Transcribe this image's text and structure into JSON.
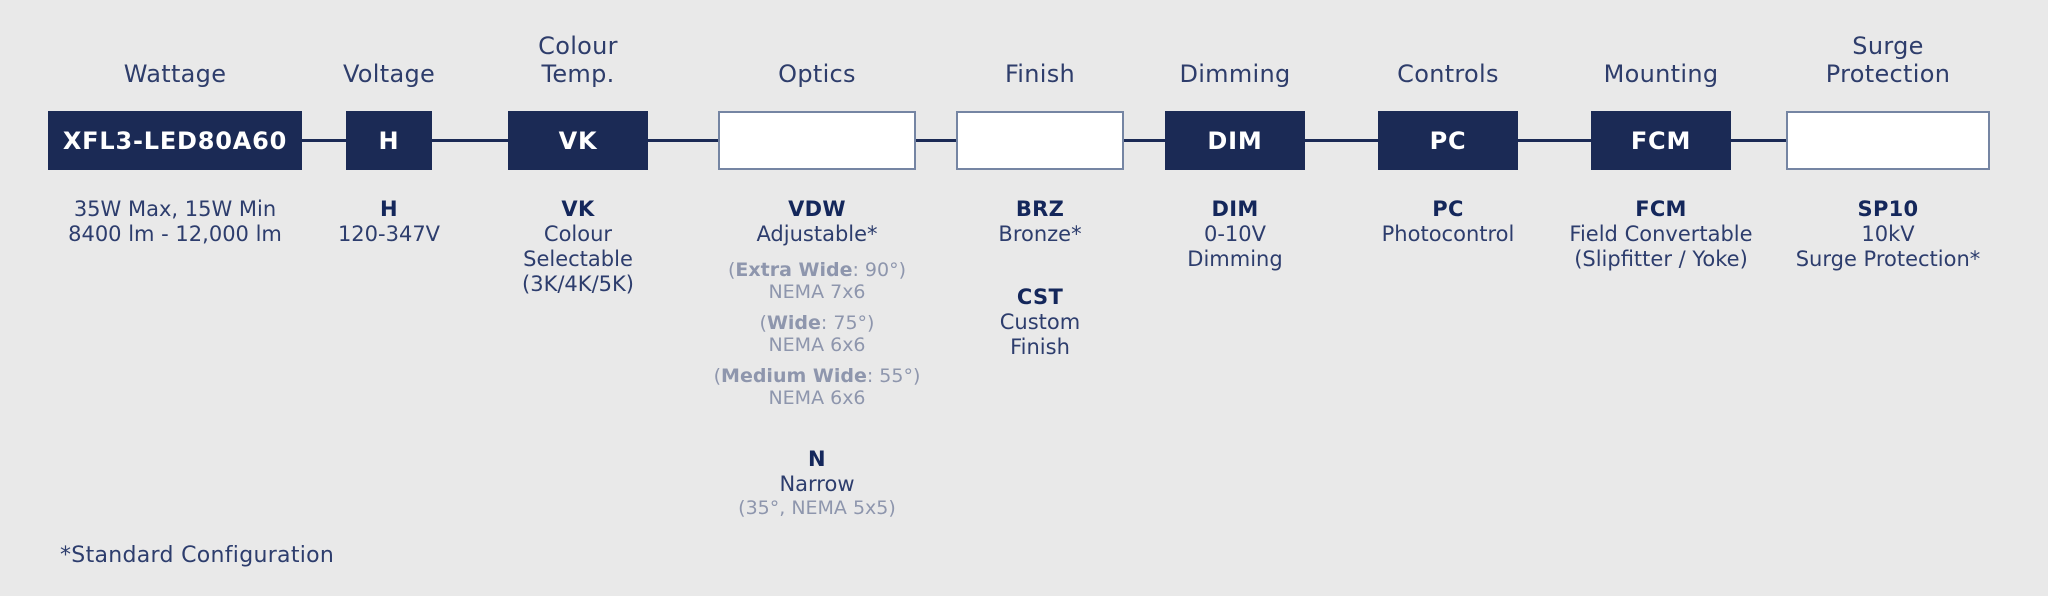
{
  "colors": {
    "background": "#e9e9e9",
    "navy_box": "#1b2a55",
    "navy_text": "#2d3d6d",
    "code_navy": "#14275b",
    "muted_gray_blue": "#8e96ad",
    "empty_box_border": "#7585a3",
    "box_text_white": "#ffffff"
  },
  "footnote": "*Standard Configuration",
  "columns": [
    {
      "id": "wattage",
      "header_lines": [
        "Wattage"
      ],
      "box_code": "XFL3-LED80A60",
      "box_style": "filled",
      "lines": [
        "35W Max, 15W Min",
        "8400 lm - 12,000 lm"
      ]
    },
    {
      "id": "voltage",
      "header_lines": [
        "Voltage"
      ],
      "box_code": "H",
      "box_style": "filled",
      "code": "H",
      "lines": [
        "120-347V"
      ]
    },
    {
      "id": "colour-temp",
      "header_lines": [
        "Colour",
        "Temp."
      ],
      "box_code": "VK",
      "box_style": "filled",
      "code": "VK",
      "lines": [
        "Colour",
        "Selectable",
        "(3K/4K/5K)"
      ]
    },
    {
      "id": "optics",
      "header_lines": [
        "Optics"
      ],
      "box_code": "",
      "box_style": "empty",
      "code": "VDW",
      "lines": [
        "Adjustable*"
      ],
      "gray_items": [
        {
          "pre": "(",
          "bold": "Extra Wide",
          "post": ": 90°)",
          "sub": "NEMA 7x6"
        },
        {
          "pre": "(",
          "bold": "Wide",
          "post": ": 75°)",
          "sub": "NEMA 6x6"
        },
        {
          "pre": "(",
          "bold": "Medium Wide",
          "post": ": 55°)",
          "sub": "NEMA 6x6"
        }
      ],
      "second": {
        "code": "N",
        "lines": [
          "Narrow"
        ],
        "gray": "(35°, NEMA 5x5)"
      }
    },
    {
      "id": "finish",
      "header_lines": [
        "Finish"
      ],
      "box_code": "",
      "box_style": "empty",
      "code": "BRZ",
      "lines": [
        "Bronze*"
      ],
      "second": {
        "code": "CST",
        "lines": [
          "Custom",
          "Finish"
        ]
      }
    },
    {
      "id": "dimming",
      "header_lines": [
        "Dimming"
      ],
      "box_code": "DIM",
      "box_style": "filled",
      "code": "DIM",
      "lines": [
        "0-10V",
        "Dimming"
      ]
    },
    {
      "id": "controls",
      "header_lines": [
        "Controls"
      ],
      "box_code": "PC",
      "box_style": "filled",
      "code": "PC",
      "lines": [
        "Photocontrol"
      ]
    },
    {
      "id": "mounting",
      "header_lines": [
        "Mounting"
      ],
      "box_code": "FCM",
      "box_style": "filled",
      "code": "FCM",
      "lines": [
        "Field Convertable",
        "(Slipfitter / Yoke)"
      ]
    },
    {
      "id": "surge-protection",
      "header_lines": [
        "Surge",
        "Protection"
      ],
      "box_code": "",
      "box_style": "empty",
      "code": "SP10",
      "lines": [
        "10kV",
        "Surge Protection*"
      ]
    }
  ]
}
